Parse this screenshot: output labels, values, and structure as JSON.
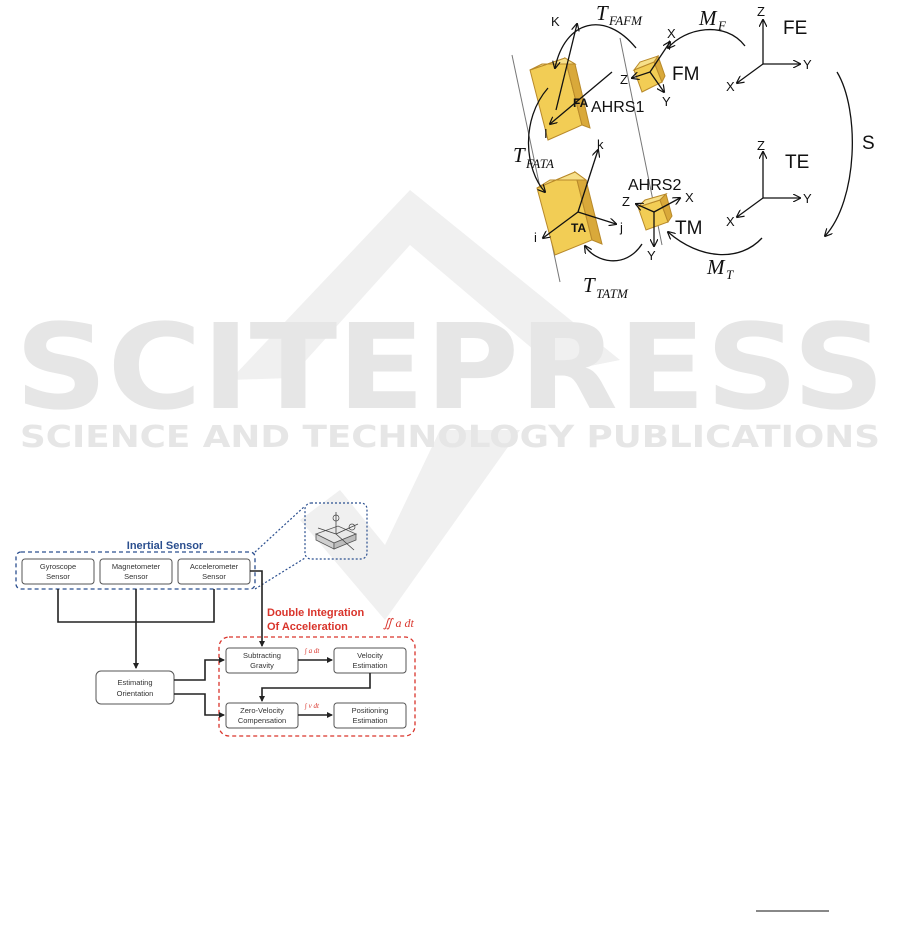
{
  "watermark": {
    "main": "SCITEPRESS",
    "sub": "SCIENCE AND TECHNOLOGY PUBLICATIONS"
  },
  "frames": {
    "fe": "FE",
    "te": "TE",
    "fm": "FM",
    "tm": "TM",
    "ahrs1": "AHRS1",
    "ahrs2": "AHRS2",
    "fa": "FA",
    "ta": "TA",
    "s": "S"
  },
  "transforms": {
    "t_fafm": "T",
    "t_fafm_sub": "FAFM",
    "m_f": "M",
    "m_f_sub": "F",
    "t_fata": "T",
    "t_fata_sub": "FATA",
    "m_t": "M",
    "m_t_sub": "T",
    "t_tatm": "T",
    "t_tatm_sub": "TATM"
  },
  "axes": {
    "x": "X",
    "y": "Y",
    "z": "Z",
    "K": "K",
    "I": "I",
    "k": "k",
    "i": "i",
    "j": "j"
  },
  "flowchart": {
    "inertial_title": "Inertial Sensor",
    "gyro": [
      "Gyroscope",
      "Sensor"
    ],
    "mag": [
      "Magnetometer",
      "Sensor"
    ],
    "acc": [
      "Accelerometer",
      "Sensor"
    ],
    "double_title": [
      "Double Integration",
      "Of Acceleration"
    ],
    "integral_sym": "∬ a dt",
    "estimating": [
      "Estimating",
      "Orientation"
    ],
    "subtracting": [
      "Subtracting",
      "Gravity"
    ],
    "velocity": [
      "Velocity",
      "Estimation"
    ],
    "zero_velocity": [
      "Zero-Velocity",
      "Compensation"
    ],
    "positioning": [
      "Positioning",
      "Estimation"
    ],
    "adt": "∫ a dt",
    "vdt": "∫ v dt"
  },
  "colors": {
    "block_face": "#f2cd55",
    "block_side": "#d9a93a",
    "block_top": "#f7e08a",
    "blue_dash": "#2b4f8f",
    "red_dash": "#d9342b",
    "watermark": "#e6e6e6"
  }
}
